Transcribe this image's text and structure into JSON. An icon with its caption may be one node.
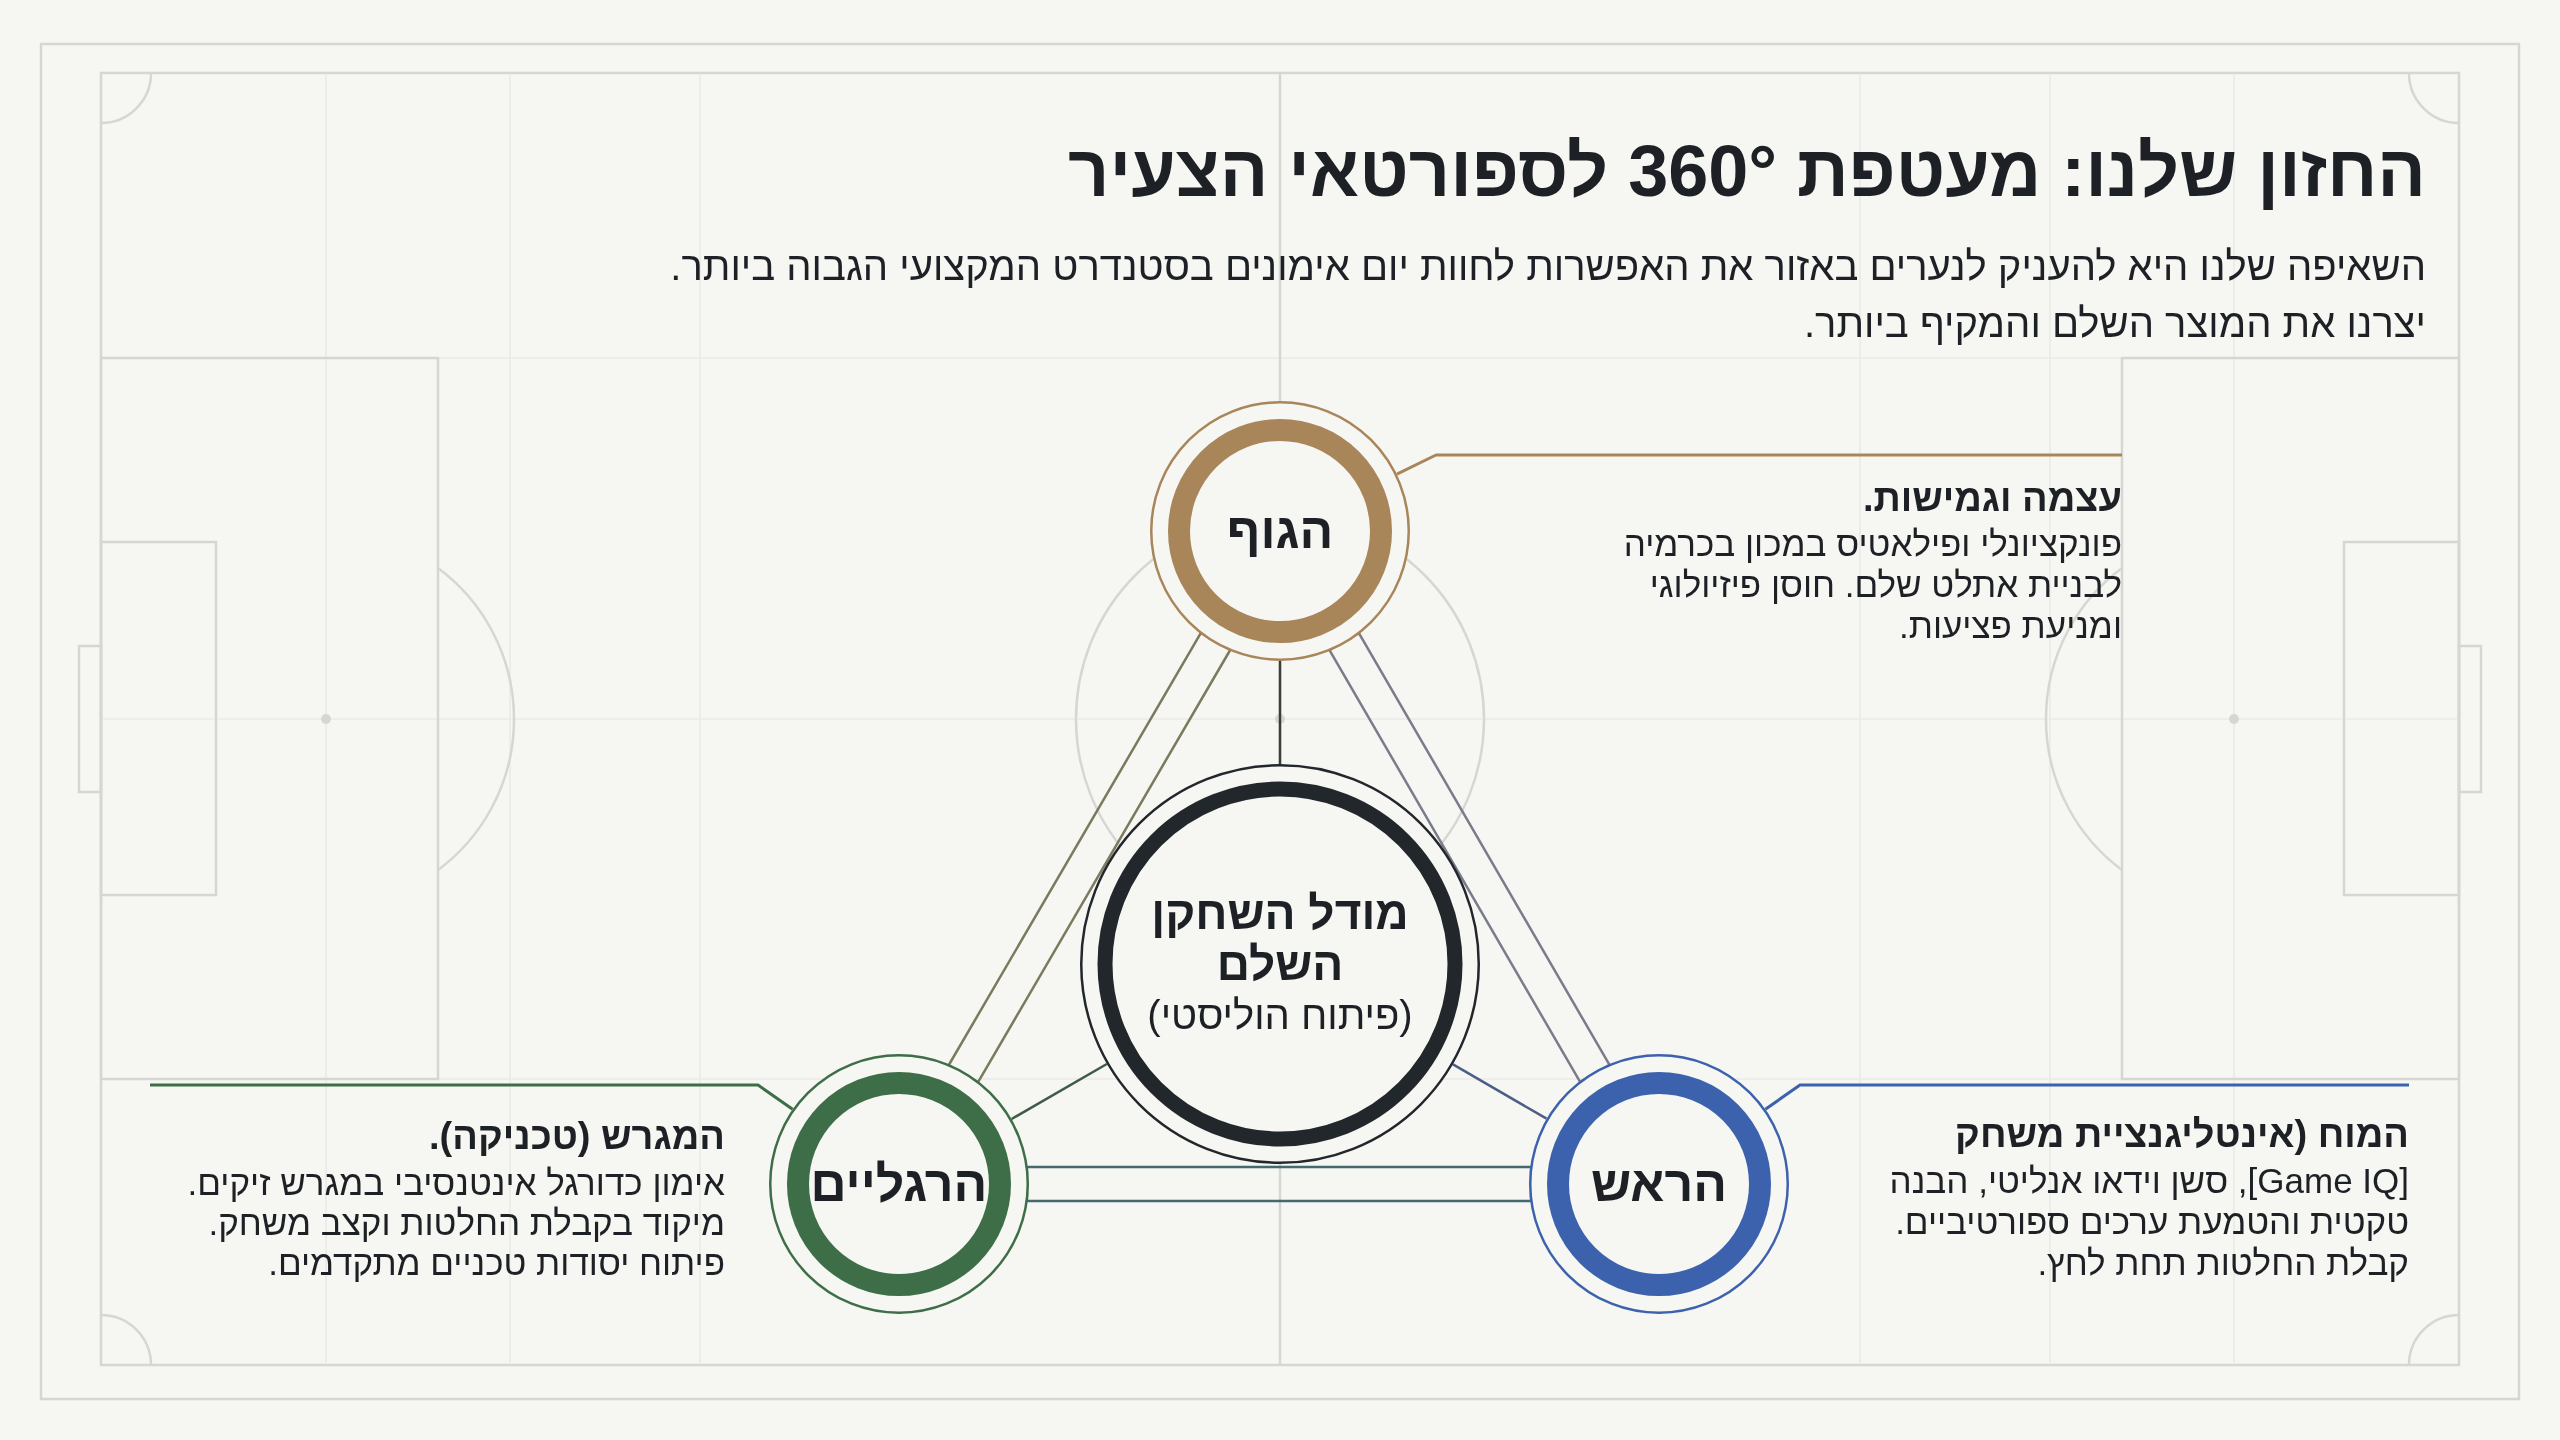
{
  "diagram": {
    "title": "החזון שלנו: מעטפת 360° לספורטאי הצעיר",
    "labels": [
      "השאיפה שלנו היא להעניק לנערים באזור את האפשרות לחוות יום אימונים בסטנדרט המקצועי הגבוה ביותר. יצרנו את המוצר השלם והמקיף ביותר."
    ],
    "nodes": [
      {
        "text": [
          "הגוף"
        ]
      },
      {
        "text": [
          "עצמה וגמישות.",
          "פונקציונלי ופילאטיס במכון בכרמיה לבניית אתלט שלם. חוסן פיזיולוגי ומניעת פציעות."
        ]
      },
      {
        "text": [
          "מודל השחקן השלם",
          "(פיתוח הוליסטי)"
        ]
      },
      {
        "text": [
          "הראש"
        ]
      },
      {
        "text": [
          "המוח (אינטליגנציית משחק",
          "[Game IQ], סשן וידאו אנליטי, הבנה טקטית והטמעת ערכים ספורטיביים. קבלת החלטות תחת לחץ."
        ]
      },
      {
        "text": [
          "הרגליים"
        ]
      },
      {
        "text": [
          "המגרש (טכניקה).",
          "אימון כדורגל אינטנסיבי במגרש זיקים. מיקוד בקבלת החלטות וקצב משחק. פיתוח יסודות טכניים מתקדמים."
        ]
      }
    ],
    "edges": [
      {
        "from": 0,
        "to": 5,
        "arrow": "none",
        "color": "#7b7a5c"
      },
      {
        "from": 0,
        "to": 3,
        "arrow": "none",
        "color": "#7a7c8c"
      },
      {
        "from": 5,
        "to": 3,
        "arrow": "none",
        "color": "#456a6e"
      },
      {
        "from": 2,
        "to": 0,
        "arrow": "none",
        "color": "#3c3d3b"
      },
      {
        "from": 2,
        "to": 5,
        "arrow": "none",
        "color": "#3f5b47"
      },
      {
        "from": 2,
        "to": 3,
        "arrow": "none",
        "color": "#4b5f86"
      },
      {
        "from": 1,
        "to": 0,
        "arrow": "none",
        "color": "#a9855a"
      },
      {
        "from": 4,
        "to": 3,
        "arrow": "none",
        "color": "#3d62ad"
      },
      {
        "from": 6,
        "to": 5,
        "arrow": "none",
        "color": "#3e6e47"
      }
    ]
  }
}
